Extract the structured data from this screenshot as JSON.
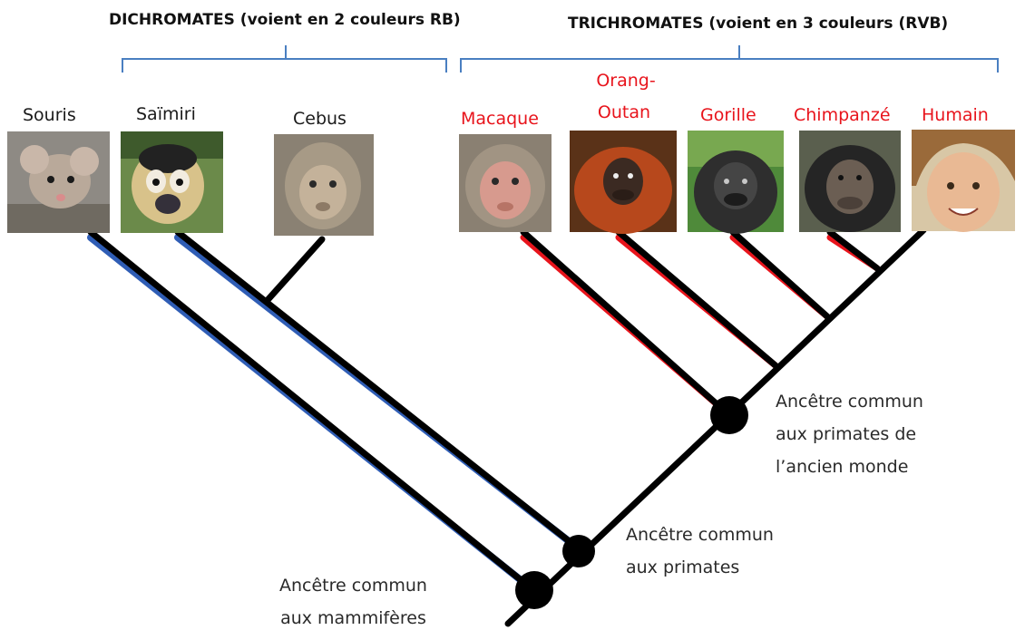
{
  "groups": {
    "dichromates": "DICHROMATES (voient en 2 couleurs RB)",
    "trichromates": "TRICHROMATES  (voient en 3 couleurs (RVB)"
  },
  "species": {
    "souris": "Souris",
    "saimiri": "Saïmiri",
    "cebus": "Cebus",
    "macaque": "Macaque",
    "orang_line1": "Orang-",
    "orang_line2": "Outan",
    "gorille": "Gorille",
    "chimpanze": "Chimpanzé",
    "humain": "Humain"
  },
  "nodes": {
    "old_world": [
      "Ancêtre commun",
      "aux primates de",
      "l’ancien monde"
    ],
    "primates": [
      "Ancêtre commun",
      "aux primates"
    ],
    "mammals": [
      "Ancêtre commun",
      "aux mammifères"
    ]
  },
  "colors": {
    "trichromat_label": "#e8141c",
    "bracket": "#4a7fc1",
    "branch": "#000000",
    "branch_accent_blue": "#2f5db5",
    "branch_accent_red": "#e8141c"
  }
}
